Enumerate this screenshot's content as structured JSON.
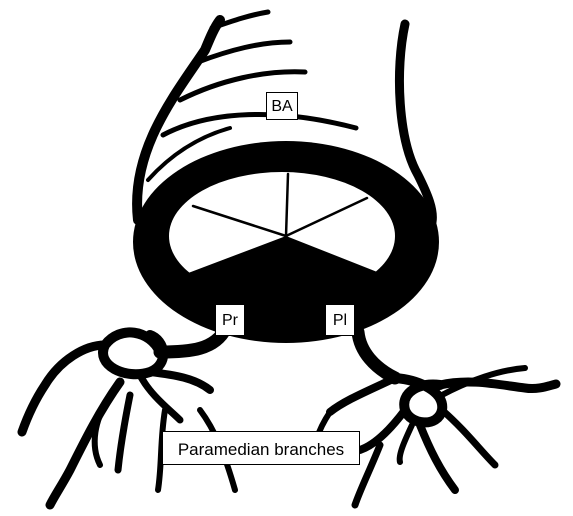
{
  "labels": {
    "ba": "BA",
    "pr": "Pr",
    "pl": "Pl",
    "paramedian": "Paramedian branches"
  },
  "colors": {
    "ink": "#000000",
    "paper": "#ffffff"
  }
}
